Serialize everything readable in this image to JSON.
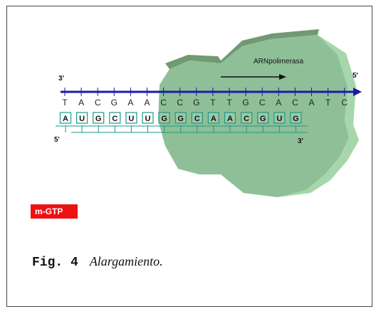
{
  "enzyme": {
    "label": "ARNpolimerasa"
  },
  "template_strand": {
    "label_left": "3'",
    "label_right": "5'",
    "bases": [
      "T",
      "A",
      "C",
      "G",
      "A",
      "A",
      "C",
      "C",
      "G",
      "T",
      "T",
      "G",
      "C",
      "A",
      "C",
      "A",
      "T",
      "C"
    ]
  },
  "rna_strand": {
    "label_left": "5'",
    "label_right": "3'",
    "bases": [
      "A",
      "U",
      "G",
      "C",
      "U",
      "U",
      "G",
      "G",
      "C",
      "A",
      "A",
      "C",
      "G",
      "U",
      "G"
    ]
  },
  "cap": {
    "label": "m-GTP"
  },
  "caption": {
    "fig": "Fig. 4",
    "text": "Alargamiento."
  },
  "colors": {
    "enzyme_fill": "#8fbf97",
    "enzyme_top": "#6f9a72",
    "enzyme_side": "#9fd0a4",
    "template_arrow": "#1a1aaa",
    "rna": "#1a9a8a",
    "cap": "#ee1111"
  }
}
